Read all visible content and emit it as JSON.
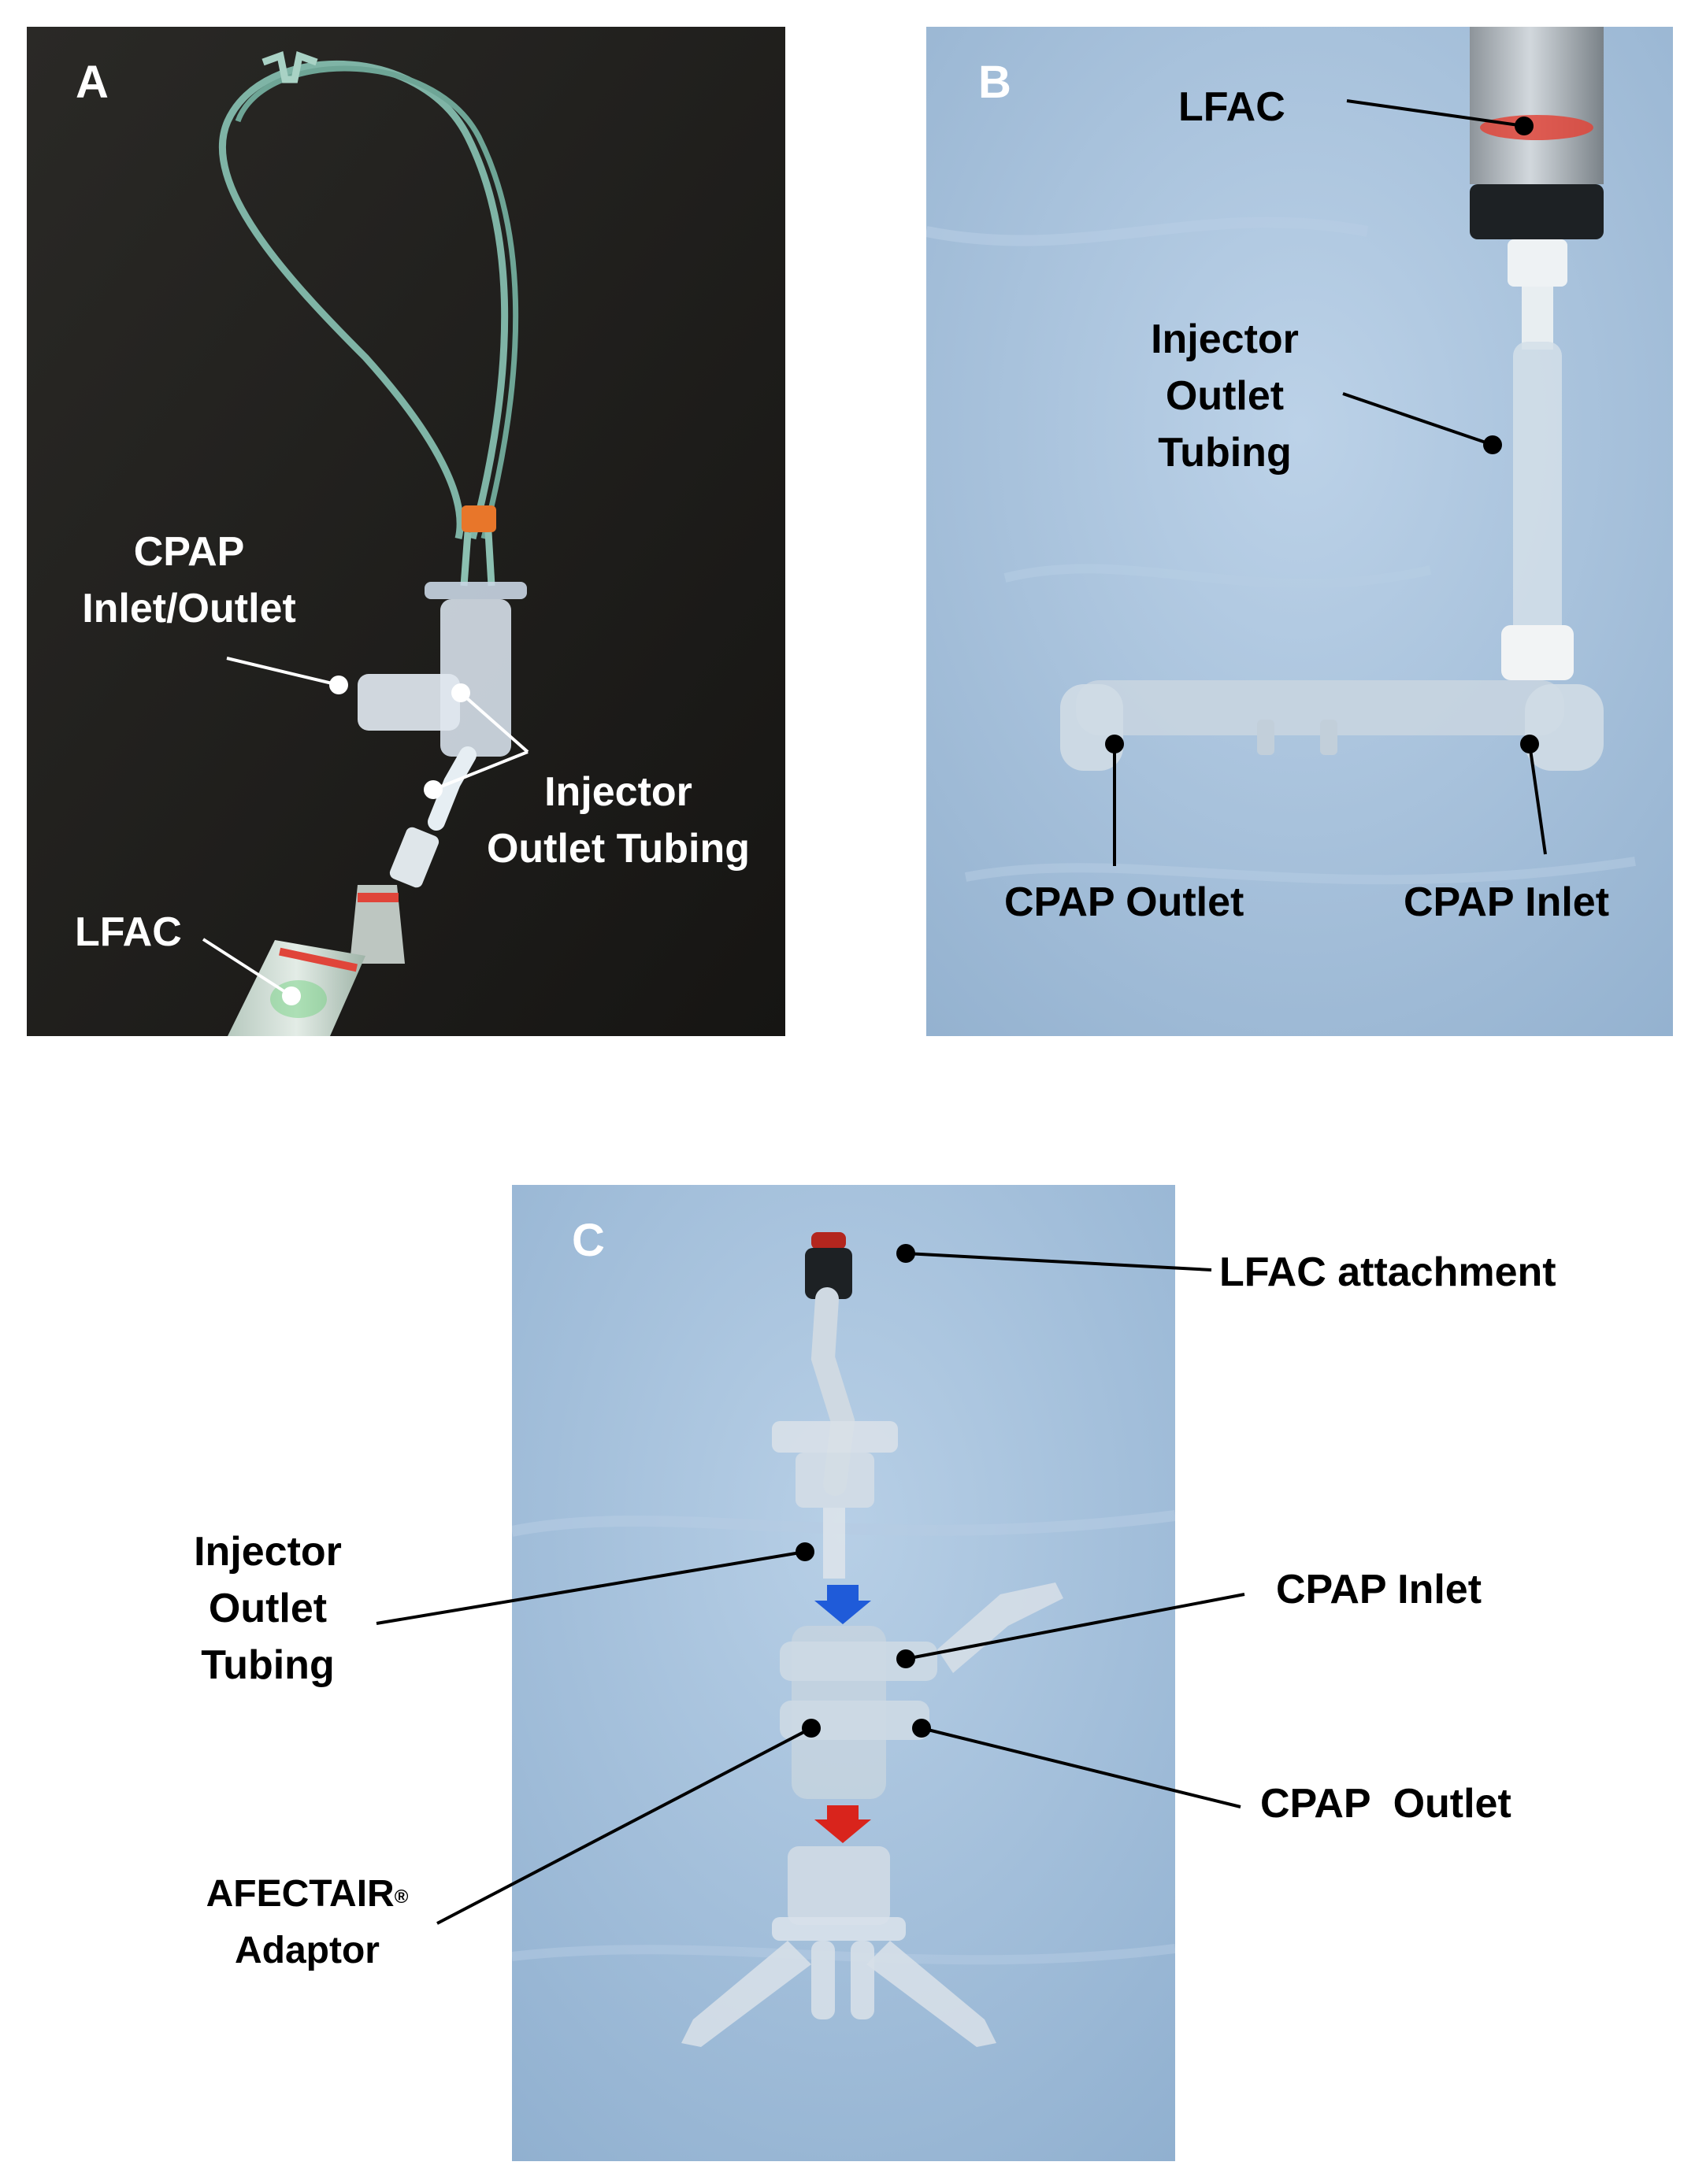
{
  "panels": {
    "a": {
      "letter": "A",
      "labels": {
        "cpap_inlet_outlet_line1": "CPAP",
        "cpap_inlet_outlet_line2": "Inlet/Outlet",
        "injector_line1": "Injector",
        "injector_line2": "Outlet Tubing",
        "lfac": "LFAC"
      }
    },
    "b": {
      "letter": "B",
      "labels": {
        "lfac": "LFAC",
        "injector_line1": "Injector",
        "injector_line2": "Outlet",
        "injector_line3": "Tubing",
        "cpap_outlet": "CPAP Outlet",
        "cpap_inlet": "CPAP Inlet"
      }
    },
    "c": {
      "letter": "C",
      "labels": {
        "lfac_attachment": "LFAC attachment",
        "injector_line1": "Injector",
        "injector_line2": "Outlet",
        "injector_line3": "Tubing",
        "cpap_inlet": "CPAP Inlet",
        "cpap_outlet": "CPAP  Outlet",
        "afectair_line1": "AFECTAIR",
        "afectair_mark": "®",
        "afectair_line2": "Adaptor"
      }
    }
  },
  "colors": {
    "panel_a_background": "#1f1e1c",
    "panel_b_background": "#a9c3dc",
    "panel_c_background": "#9fbcd8",
    "nasal_tubing": "#7fb4a6",
    "orange_clip": "#e8762a",
    "flow_arrow_in": "#1f5bd9",
    "flow_arrow_out": "#d9241c"
  }
}
